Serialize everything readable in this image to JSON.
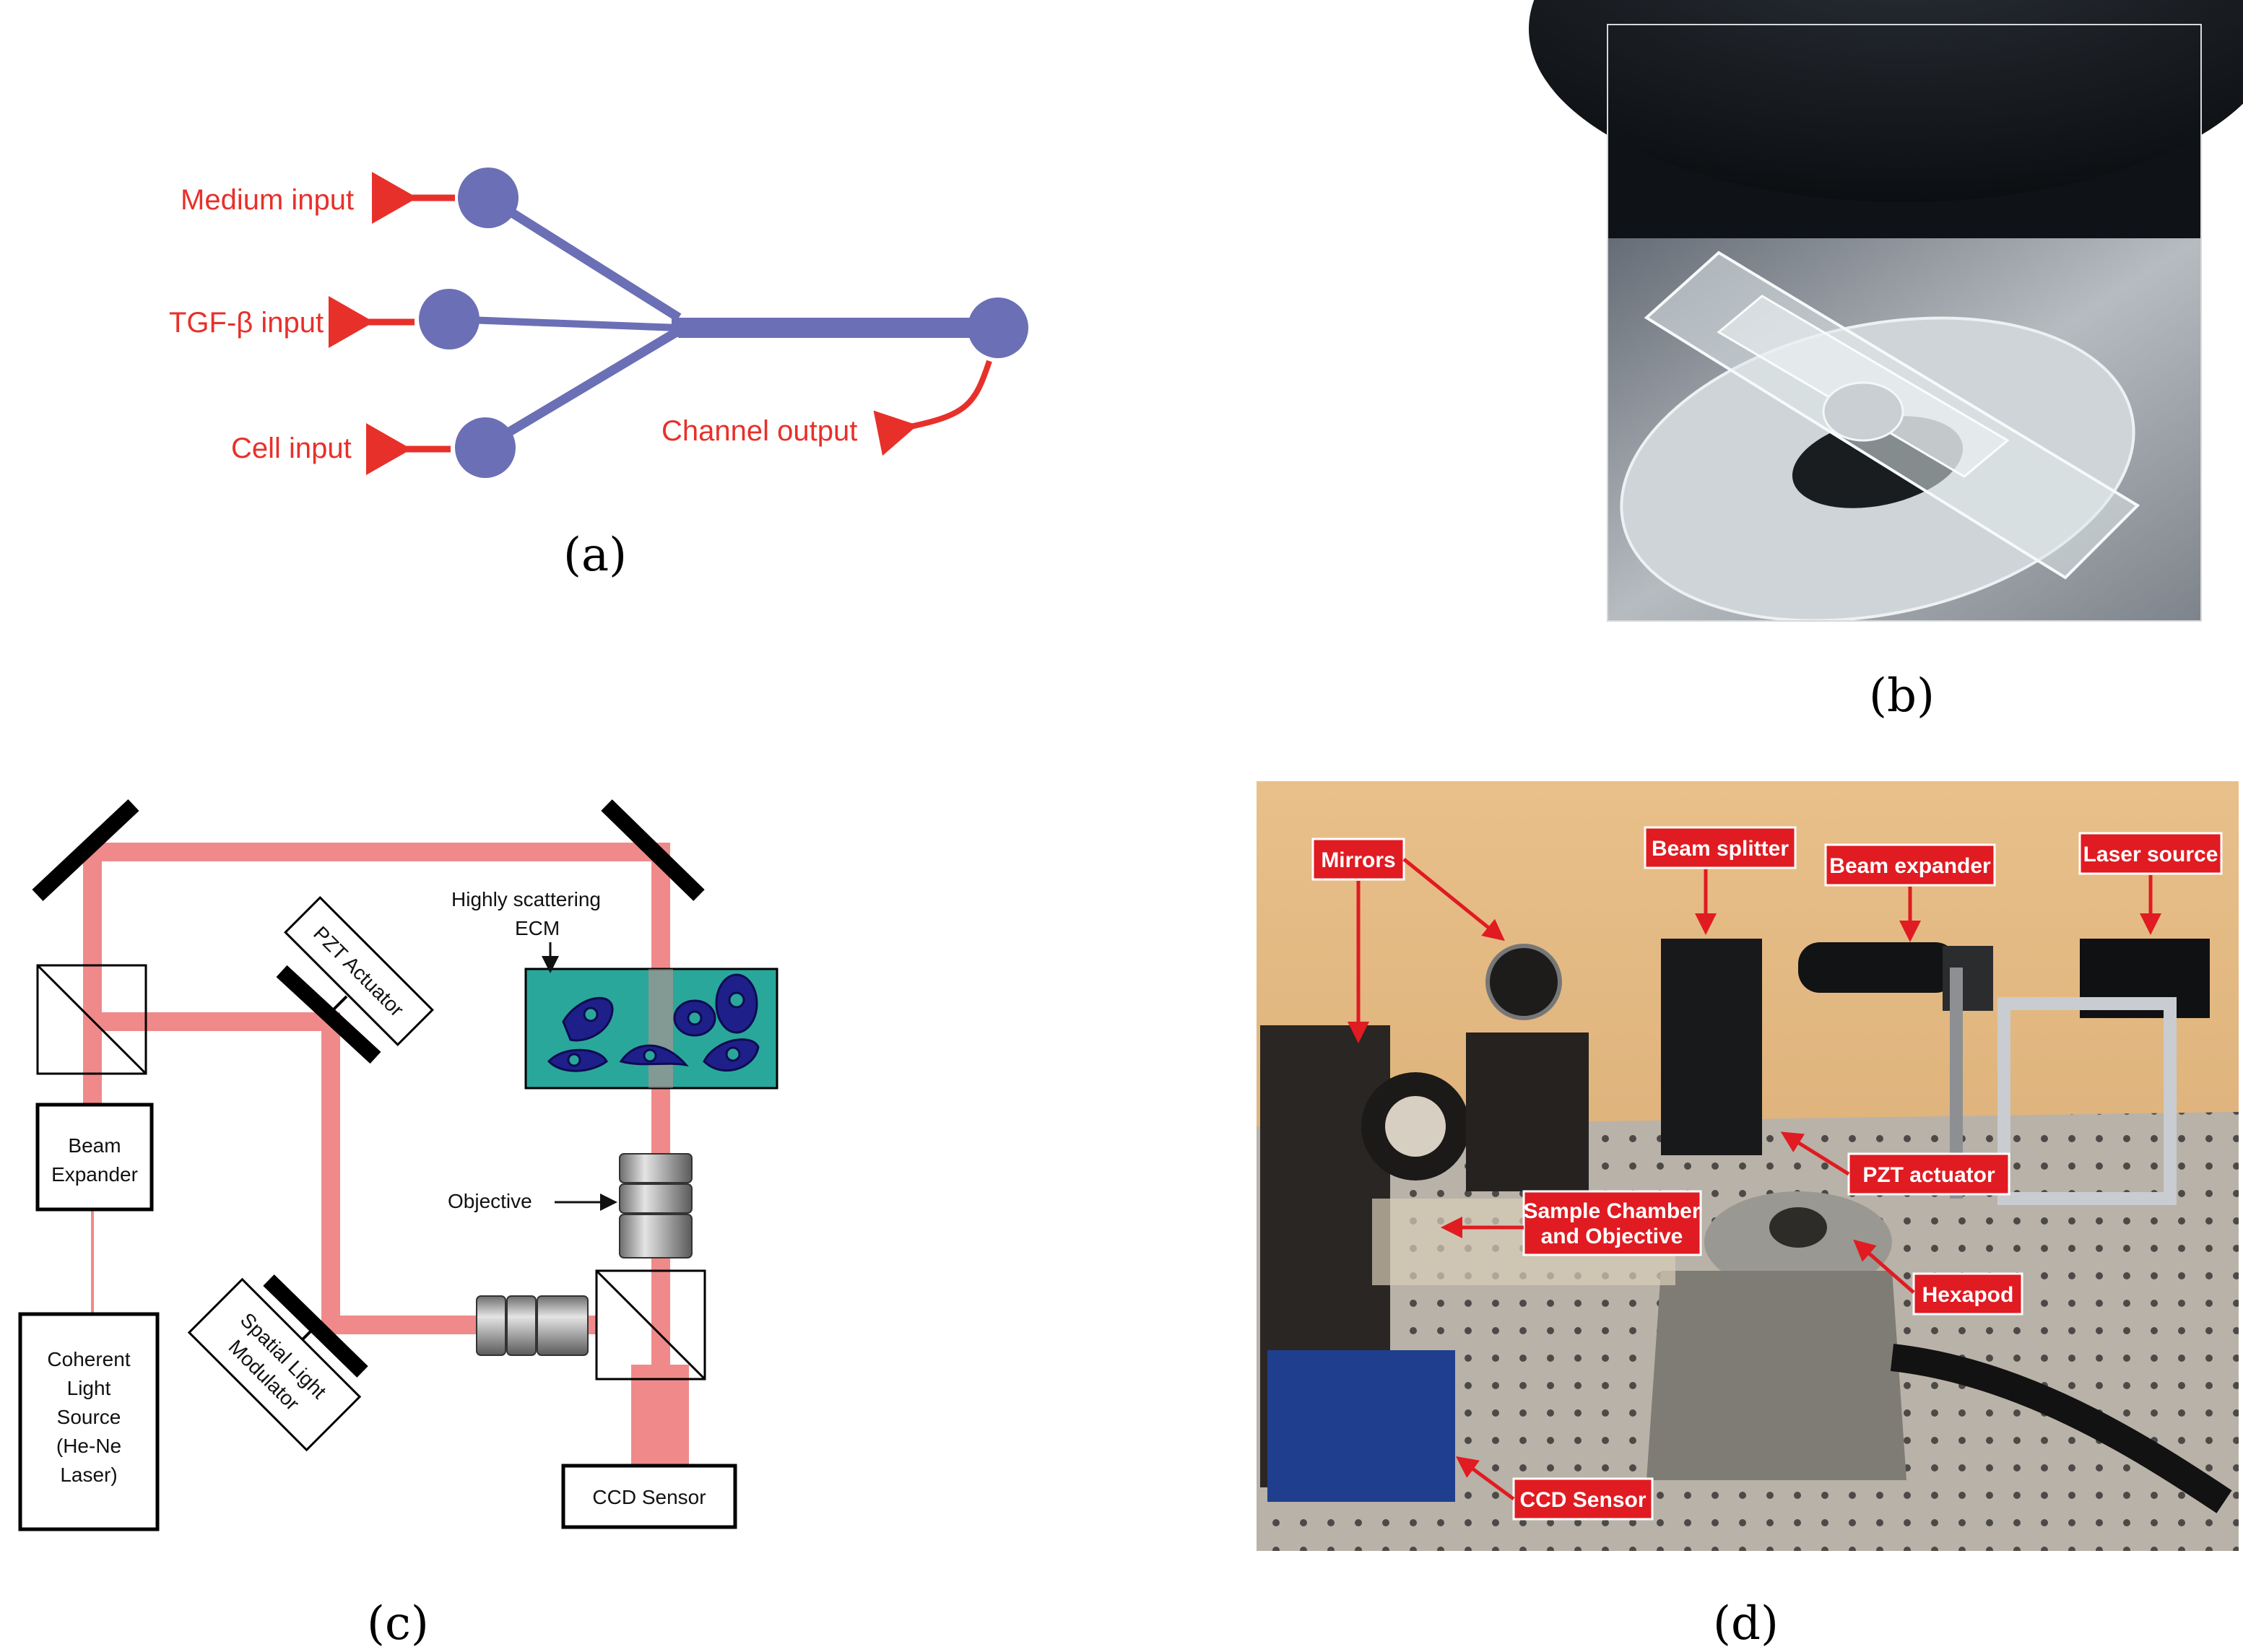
{
  "panels": {
    "a": {
      "caption": "(a)",
      "labels": {
        "medium": "Medium input",
        "tgf": "TGF-β input",
        "cell": "Cell input",
        "output": "Channel output"
      }
    },
    "b": {
      "caption": "(b)"
    },
    "c": {
      "caption": "(c)",
      "labels": {
        "scatter_line1": "Highly scattering",
        "scatter_line2": "ECM",
        "pzt": "PZT Actuator",
        "beam_line1": "Beam",
        "beam_line2": "Expander",
        "objective": "Objective",
        "slm_line1": "Spatial Light",
        "slm_line2": "Modulator",
        "coherent_line1": "Coherent",
        "coherent_line2": "Light",
        "coherent_line3": "Source",
        "coherent_line4": "(He-Ne",
        "coherent_line5": "Laser)",
        "ccd": "CCD Sensor"
      }
    },
    "d": {
      "caption": "(d)",
      "labels": {
        "mirrors": "Mirrors",
        "beam_splitter": "Beam splitter",
        "beam_expander": "Beam expander",
        "laser_source": "Laser source",
        "pzt_actuator": "PZT actuator",
        "sample_line1": "Sample Chamber",
        "sample_line2": "and Objective",
        "hexapod": "Hexapod",
        "ccd_sensor": "CCD Sensor"
      }
    }
  },
  "colors": {
    "channel": "#6b6fb5",
    "label_red": "#e8302a",
    "laser_beam": "#f08a8a",
    "ecm": "#2aa79b",
    "cell": "#1f1f8a",
    "tag_red": "#e01b22"
  }
}
